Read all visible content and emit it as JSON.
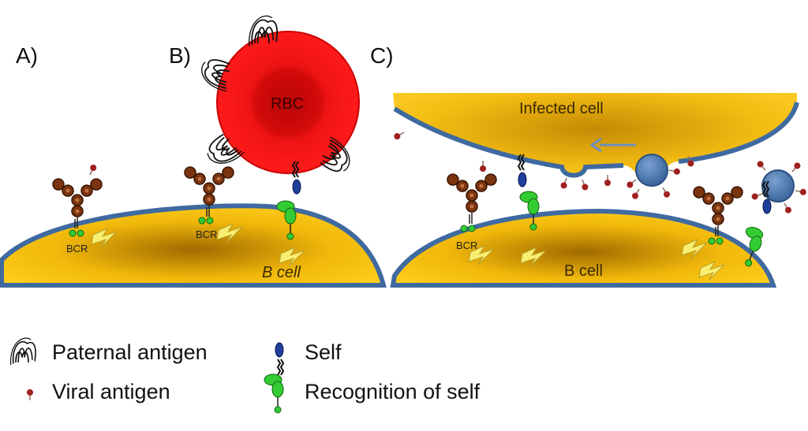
{
  "panels": {
    "a": "A)",
    "b": "B)",
    "c": "C)"
  },
  "cells": {
    "rbc": "RBC",
    "infected_cell": "Infected cell",
    "b_cell_b": "B cell",
    "b_cell_c": "B cell"
  },
  "receptor_label": "BCR",
  "legend": {
    "paternal_antigen": "Paternal antigen",
    "viral_antigen": "Viral antigen",
    "self": "Self",
    "recognition_of_self": "Recognition of self"
  },
  "colors": {
    "cell_fill": "#f0b80a",
    "membrane": "#3f6aa0",
    "rbc": "#ee1111",
    "antibody": "#7a3510",
    "bcr_green": "#33cc33",
    "self_blue": "#1f3f9a",
    "viral_red": "#a02020",
    "lightning": "#f8ef70"
  }
}
